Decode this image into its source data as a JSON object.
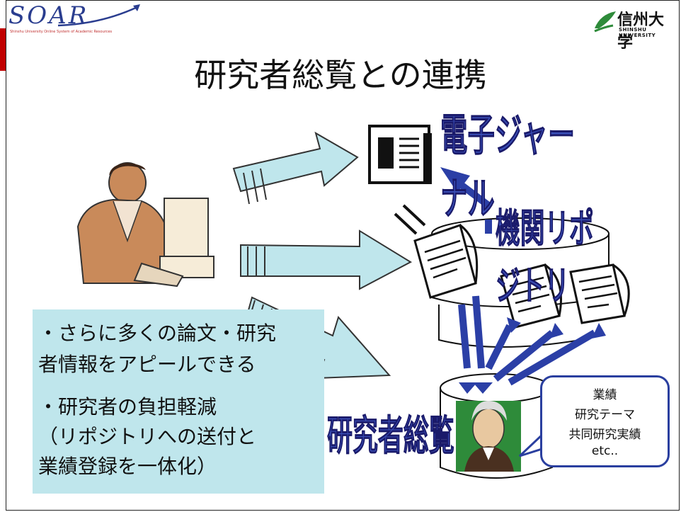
{
  "header": {
    "logo_text": "SOAR",
    "logo_subtitle": "Shinshu University Online System of Academic Resources",
    "university_name": "信州大学",
    "university_en": "SHINSHU UNIVERSITY"
  },
  "slide": {
    "title": "研究者総覧との連携"
  },
  "labels": {
    "ejournal": "電子ジャーナル",
    "repository": "機関リポジトリ",
    "researcher_db": "研究者総覧"
  },
  "infobox": {
    "line1": "・さらに多くの論文・研究",
    "line2": "者情報をアピールできる",
    "line3": "・研究者の負担軽減",
    "line4": "（リポジトリへの送付と",
    "line5": "業績登録を一体化）"
  },
  "callout": {
    "line1": "業績",
    "line2": "研究テーマ",
    "line3": "共同研究実績",
    "line4": "etc.."
  },
  "colors": {
    "arrow_fill": "#bfe6ec",
    "dark_arrow": "#2b3fa6",
    "label_blue": "#3a4fb8",
    "frame": "#222222"
  }
}
